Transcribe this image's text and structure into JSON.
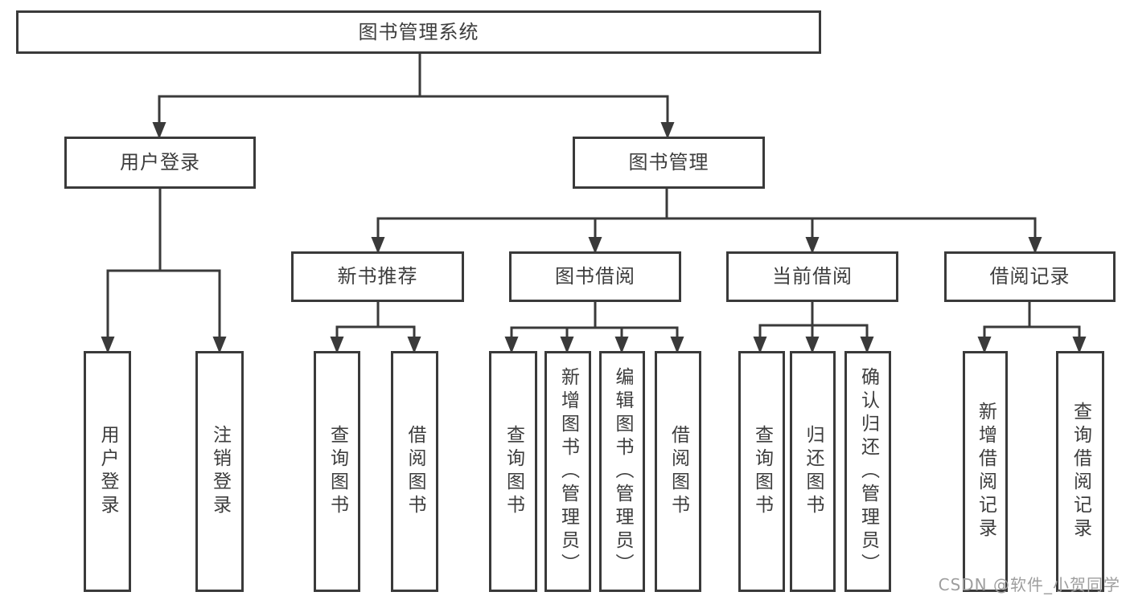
{
  "tree": {
    "root": {
      "label": "图书管理系统"
    },
    "branches": [
      {
        "label": "用户登录",
        "children": [
          "用户登录",
          "注销登录"
        ]
      },
      {
        "label": "图书管理",
        "sections": [
          {
            "label": "新书推荐",
            "children": [
              "查询图书",
              "借阅图书"
            ]
          },
          {
            "label": "图书借阅",
            "children": [
              "查询图书",
              "新增图书（管理员）",
              "编辑图书（管理员）",
              "借阅图书"
            ]
          },
          {
            "label": "当前借阅",
            "children": [
              "查询图书",
              "归还图书",
              "确认归还（管理员）"
            ]
          },
          {
            "label": "借阅记录",
            "children": [
              "新增借阅记录",
              "查询借阅记录"
            ]
          }
        ]
      }
    ]
  },
  "watermark": "CSDN @软件_小贺同学",
  "colors": {
    "line": "#3a3a3a",
    "text": "#3d3d3d",
    "watermark": "#9e9e9e",
    "background": "#ffffff"
  }
}
